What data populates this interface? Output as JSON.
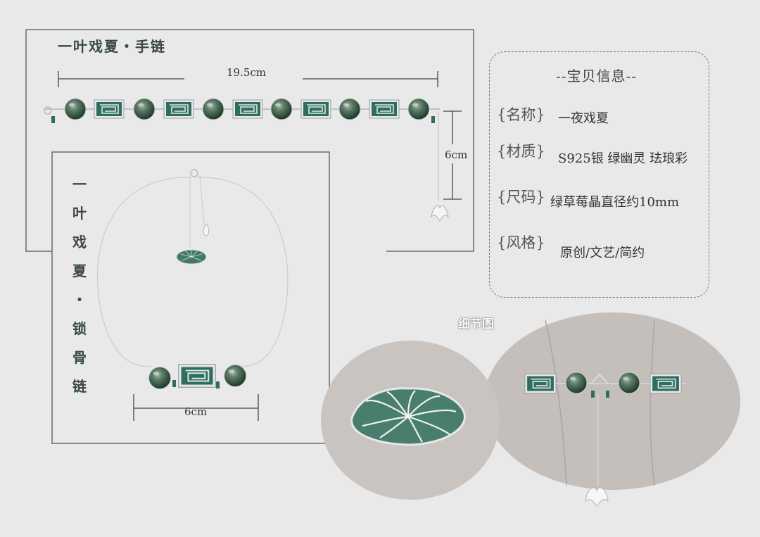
{
  "bracelet": {
    "title": "一叶戏夏・手链",
    "length_label": "19.5cm",
    "drop_label": "6cm"
  },
  "collarbone": {
    "title_chars": [
      "一",
      "叶",
      "戏",
      "夏",
      "・",
      "锁",
      "骨",
      "链"
    ],
    "width_label": "6cm"
  },
  "info": {
    "title": "--宝贝信息--",
    "rows": [
      {
        "label": "{名称}",
        "value": "一夜戏夏"
      },
      {
        "label": "{材质}",
        "value": "S925银  绿幽灵   珐琅彩"
      },
      {
        "label": "{尺码}",
        "value": "绿草莓晶直径约10mm"
      },
      {
        "label": "{风格}",
        "value": "原创/文艺/简约"
      }
    ]
  },
  "detail": {
    "title": "细节图"
  },
  "colors": {
    "background": "#e9e9e9",
    "enamel_green": "#2f6e5e",
    "bead_green": "#4c6d57",
    "silver": "#d7dadc",
    "circle_left": "#c9c4c0",
    "circle_right": "#c4bfbb"
  }
}
